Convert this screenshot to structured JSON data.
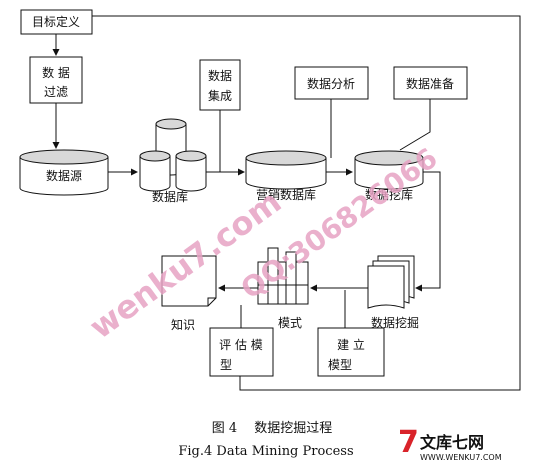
{
  "diagram": {
    "boxes": {
      "goal": "目标定义",
      "filter_line1": "数 据",
      "filter_line2": "过滤",
      "integrate_line1": "数据",
      "integrate_line2": "集成",
      "analysis": "数据分析",
      "prep": "数据准备",
      "evaluate_line1": "评 估 模",
      "evaluate_line2": "型",
      "build_line1": "建    立",
      "build_line2": "模型"
    },
    "stores": {
      "source": "数据源",
      "database": "数据库",
      "marketing_db": "营销数据库",
      "mining_db": "数据挖库"
    },
    "outputs": {
      "knowledge": "知识",
      "pattern": "模式",
      "mining": "数据挖掘"
    }
  },
  "caption": {
    "zh": "图 4　 数据挖掘过程",
    "en": "Fig.4    Data Mining Process"
  },
  "watermarks": {
    "diagonal_site": "wenku7.com",
    "diagonal_qq": "QQ:306826066",
    "logo_char": "7",
    "logo_text": "文库七网",
    "logo_url": "WWW.WENKU7.COM"
  },
  "colors": {
    "ink": "#111111",
    "cylinder_fill": "#d8d8d8",
    "watermark_pink": "#e7a3c4",
    "logo_red": "#d9232a",
    "logo_black": "#111111"
  }
}
